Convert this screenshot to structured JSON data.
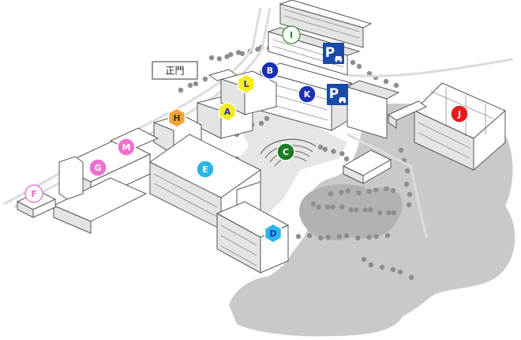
{
  "gate": {
    "label": "正門"
  },
  "markers": [
    {
      "id": "A",
      "letter": "A",
      "color": "#f5ec1e",
      "text_color": "#2a2ac0",
      "shape": "hexagon"
    },
    {
      "id": "B",
      "letter": "B",
      "color": "#1d2fb8",
      "text_color": "#ffffff",
      "shape": "circle"
    },
    {
      "id": "C",
      "letter": "C",
      "color": "#1f7a25",
      "text_color": "#ffffff",
      "shape": "circle"
    },
    {
      "id": "D",
      "letter": "D",
      "color": "#29b6e8",
      "text_color": "#1d2fb8",
      "shape": "hexagon"
    },
    {
      "id": "E",
      "letter": "E",
      "color": "#29b6e8",
      "text_color": "#ffffff",
      "shape": "circle"
    },
    {
      "id": "F",
      "letter": "F",
      "color": "#ffffff",
      "text_color": "#e86ac8",
      "shape": "circle",
      "stroke": "#e86ac8"
    },
    {
      "id": "G",
      "letter": "G",
      "color": "#ef6fcf",
      "text_color": "#ffffff",
      "shape": "circle"
    },
    {
      "id": "H",
      "letter": "H",
      "color": "#f2a533",
      "text_color": "#333333",
      "shape": "hexagon"
    },
    {
      "id": "I",
      "letter": "I",
      "color": "#ffffff",
      "text_color": "#2a8a2a",
      "shape": "circle",
      "stroke": "#2a8a2a"
    },
    {
      "id": "J",
      "letter": "J",
      "color": "#e51b1b",
      "text_color": "#ffffff",
      "shape": "circle"
    },
    {
      "id": "K",
      "letter": "K",
      "color": "#1d2fb8",
      "text_color": "#ffffff",
      "shape": "circle"
    },
    {
      "id": "L",
      "letter": "L",
      "color": "#f5ec1e",
      "text_color": "#2a2ac0",
      "shape": "hexagon"
    },
    {
      "id": "M",
      "letter": "M",
      "color": "#ef6fcf",
      "text_color": "#ffffff",
      "shape": "circle"
    }
  ],
  "parking": [
    {
      "id": "parking-north",
      "letter": "P",
      "color": "#1a4aa8"
    },
    {
      "id": "parking-east",
      "letter": "P",
      "color": "#1a4aa8"
    }
  ]
}
